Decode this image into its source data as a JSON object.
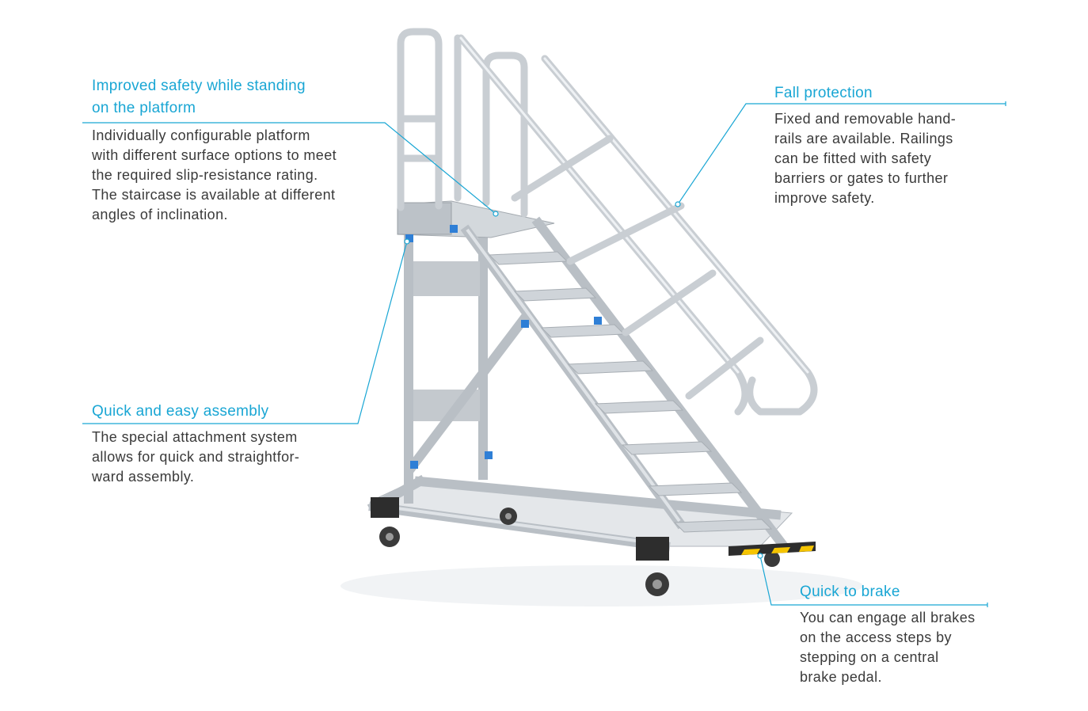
{
  "callouts": {
    "safety": {
      "title": "Improved safety while standing\non the platform",
      "body": "Individually configurable platform\nwith different surface options to meet\nthe required slip-resistance rating.\nThe staircase is available at different\nangles of inclination."
    },
    "assembly": {
      "title": "Quick and easy assembly",
      "body": "The special attachment system\nallows for quick and straightfor-\nward assembly."
    },
    "fall": {
      "title": "Fall protection",
      "body": "Fixed and removable hand-\nrails are available. Railings\ncan be fitted with safety\nbarriers or gates to further\nimprove safety."
    },
    "brake": {
      "title": "Quick to brake",
      "body": "You can engage all brakes\non the access steps by\nstepping on a central\nbrake pedal."
    }
  },
  "colors": {
    "accent": "#19a6d4",
    "text": "#3a3a3a",
    "aluminium": "#c9ced3",
    "joint": "#2f7fd6",
    "caster": "#333333",
    "brake_stripe": "#f5c400"
  }
}
